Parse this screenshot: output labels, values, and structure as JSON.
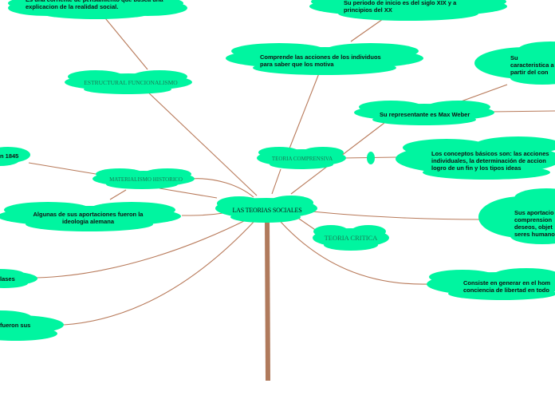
{
  "colors": {
    "cloud": "#00f5a0",
    "branch": "#b87a5a",
    "trunk": "#b07a5c"
  },
  "root": {
    "label": "LAS TEORIAS SOCIALES"
  },
  "topics": {
    "estructural": "ESTRUCTURAL FUNCIONALISMO",
    "materialismo": "MATERIALISMO HISTORICO",
    "comprensiva": "TEORIA COMPRENSIVA",
    "critica": "TEORIA CRITICA"
  },
  "notes": {
    "estructural_desc": "Es una corriente de pensamiento que busca una explicacion de la realidad social.",
    "materialismo_year": "n 1845",
    "materialismo_aportes": "Algunas de sus aportaciones fueron la ideologia alemana",
    "clases": "lases",
    "fueron_sus": "fueron sus",
    "comprensiva_periodo": "Su periodo de inicio es del siglo XIX y a principios del XX",
    "comprensiva_acciones": "Comprende las acciones de los individuos para saber que los motiva",
    "comprensiva_representante": "Su representante es Max Weber",
    "comprensiva_caracteristica": "Su caracteristica a partir del con personas",
    "comprensiva_conceptos": "Los conceptos básicos son: las acciones individuales, la determinación de accion logro de un fin y los tipos ideas",
    "critica_aportaciones": "Sus aportacio comprension deseos, objet seres humano",
    "critica_consiste": "Consiste en generar en el hom conciencia de libertad en todo"
  }
}
